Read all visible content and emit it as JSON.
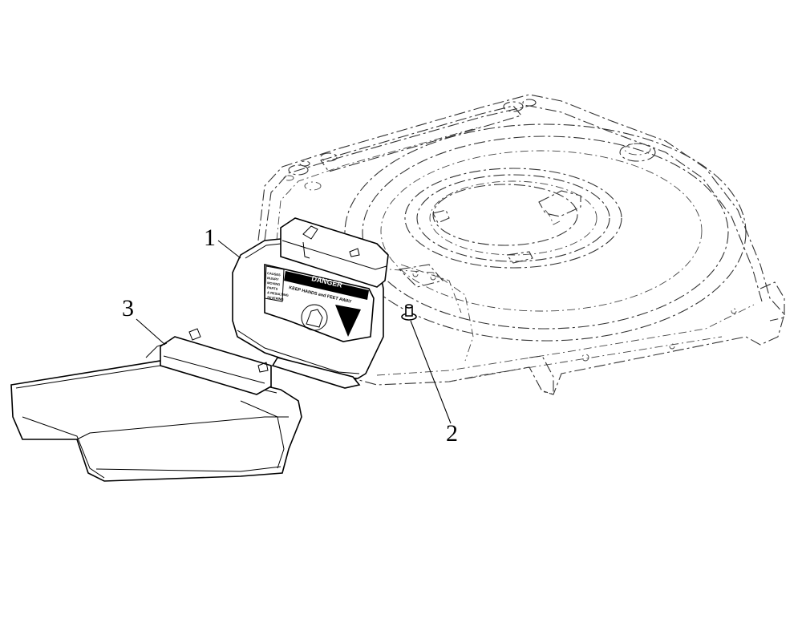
{
  "callouts": [
    {
      "number": "1"
    },
    {
      "number": "2"
    },
    {
      "number": "3"
    }
  ],
  "warning_label": {
    "heading": "DANGER",
    "message": "KEEP HANDS and FEET AWAY",
    "side_text": [
      "CAUSES",
      "INJURY",
      "MOVING",
      "PARTS",
      "& RESULTING",
      "SEVERING"
    ]
  }
}
